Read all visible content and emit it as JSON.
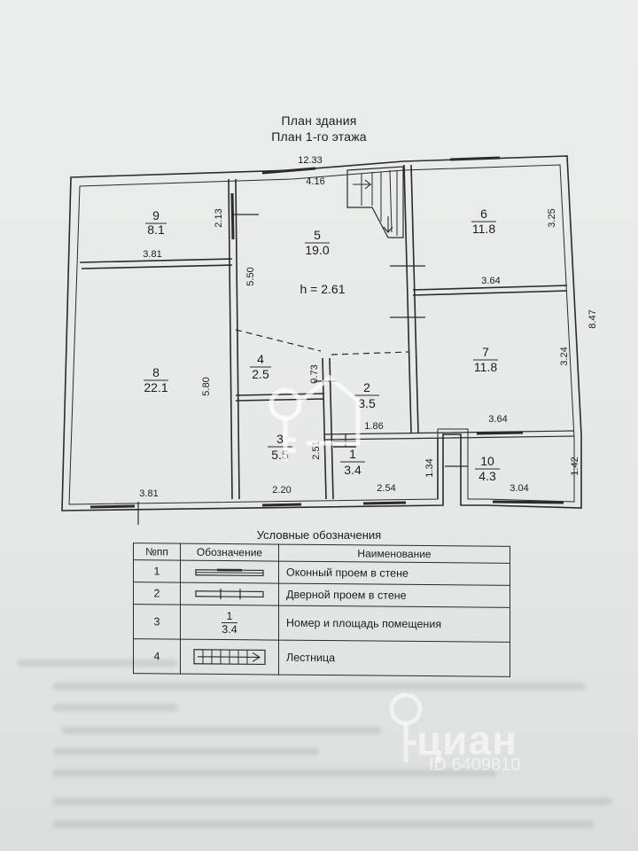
{
  "titles": {
    "line1": "План здания",
    "line2": "План 1-го этажа"
  },
  "rooms": [
    {
      "num": "9",
      "area": "8.1"
    },
    {
      "num": "5",
      "area": "19.0"
    },
    {
      "num": "6",
      "area": "11.8"
    },
    {
      "num": "8",
      "area": "22.1"
    },
    {
      "num": "7",
      "area": "11.8"
    },
    {
      "num": "4",
      "area": "2.5"
    },
    {
      "num": "2",
      "area": "3.5"
    },
    {
      "num": "3",
      "area": "5.5"
    },
    {
      "num": "1",
      "area": "3.4"
    },
    {
      "num": "10",
      "area": "4.3"
    }
  ],
  "height_label": "h = 2.61",
  "dimensions": {
    "top_total": "12.33",
    "room5_top": "4.16",
    "room9_side": "2.13",
    "room9_bottom": "3.81",
    "room5_side": "5.50",
    "room6_side": "3.25",
    "room6_bottom": "3.64",
    "total_height": "8.47",
    "room7_side": "3.24",
    "room7_bottom": "3.64",
    "room8_side": "5.80",
    "room8_bottom": "3.81",
    "room4_side": "0.73",
    "room2_bottom": "1.86",
    "room1_side": "2.51",
    "room10_left": "1.34",
    "room10_right": "1.42",
    "room10_bottom": "3.04",
    "room3_bottom": "2.20",
    "room1_bottom": "2.54"
  },
  "legend": {
    "title": "Условные обозначения",
    "headers": [
      "№пп",
      "Обозначение",
      "Наименование"
    ],
    "rows": [
      {
        "no": "1",
        "name": "Оконный проем в стене",
        "symbol": "window-symbol"
      },
      {
        "no": "2",
        "name": "Дверной проем в стене",
        "symbol": "door-symbol"
      },
      {
        "no": "3",
        "name": "Номер и площадь помещения",
        "symbol": "room-number-symbol",
        "sym_num": "1",
        "sym_area": "3.4"
      },
      {
        "no": "4",
        "name": "Лестница",
        "symbol": "staircase-symbol"
      }
    ]
  },
  "watermark": {
    "brand": "циан",
    "id": "ID 6409810",
    "icon": "cian-key-house-icon"
  }
}
